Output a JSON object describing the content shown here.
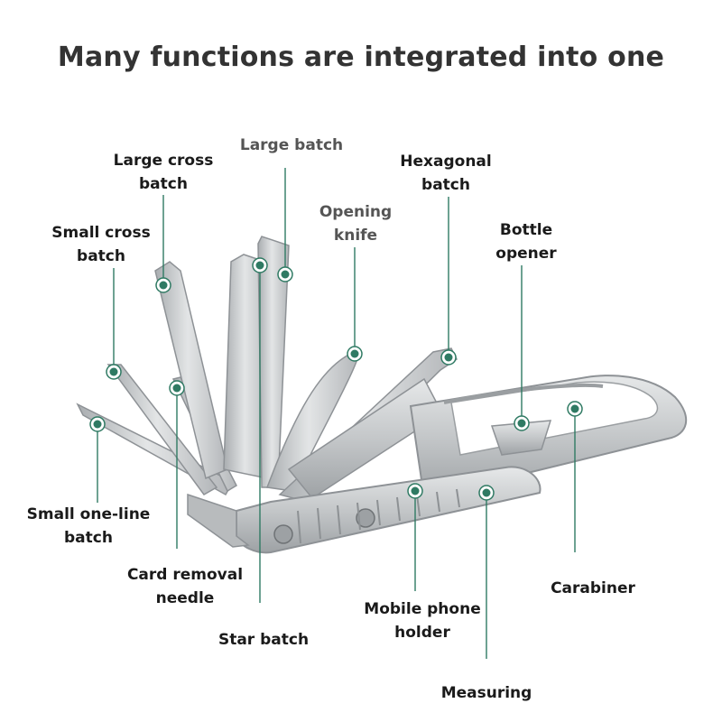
{
  "title": "Many functions are integrated into one",
  "colors": {
    "accent": "#2f7a63",
    "text": "#1a1a1a",
    "title": "#333333",
    "steel": "#c9ccce"
  },
  "labels": {
    "large_cross_batch": "Large cross\nbatch",
    "large_batch": "Large batch",
    "hexagonal_batch": "Hexagonal\nbatch",
    "opening_knife": "Opening\nknife",
    "small_cross_batch": "Small cross\nbatch",
    "bottle_opener": "Bottle\nopener",
    "small_one_line_batch": "Small one-line\nbatch",
    "card_removal_needle": "Card removal\nneedle",
    "star_batch": "Star batch",
    "mobile_phone_holder": "Mobile phone\nholder",
    "carabiner": "Carabiner",
    "measuring": "Measuring"
  }
}
